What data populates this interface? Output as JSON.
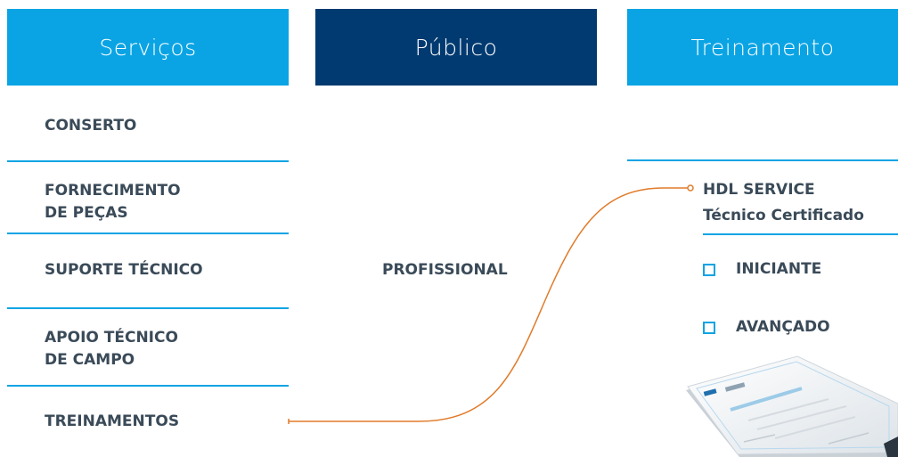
{
  "headers": {
    "servicos": "Serviços",
    "publico": "Público",
    "treinamento": "Treinamento"
  },
  "servicos": {
    "items": [
      [
        "CONSERTO"
      ],
      [
        "FORNECIMENTO",
        "DE PEÇAS"
      ],
      [
        "SUPORTE TÉCNICO"
      ],
      [
        "APOIO TÉCNICO",
        "DE CAMPO"
      ],
      [
        "TREINAMENTOS"
      ]
    ]
  },
  "publico": {
    "label": "PROFISSIONAL"
  },
  "treinamento": {
    "program_title": "HDL SERVICE",
    "program_subtitle": "Técnico Certificado",
    "levels": [
      "INICIANTE",
      "AVANÇADO"
    ]
  },
  "colors": {
    "accent_blue": "#0aa4e4",
    "dark_blue": "#003a70",
    "text": "#3a4a58",
    "connector": "#e07b2a"
  },
  "icons": {
    "checkbox": "checkbox-icon",
    "certificate": "certificate-image"
  }
}
